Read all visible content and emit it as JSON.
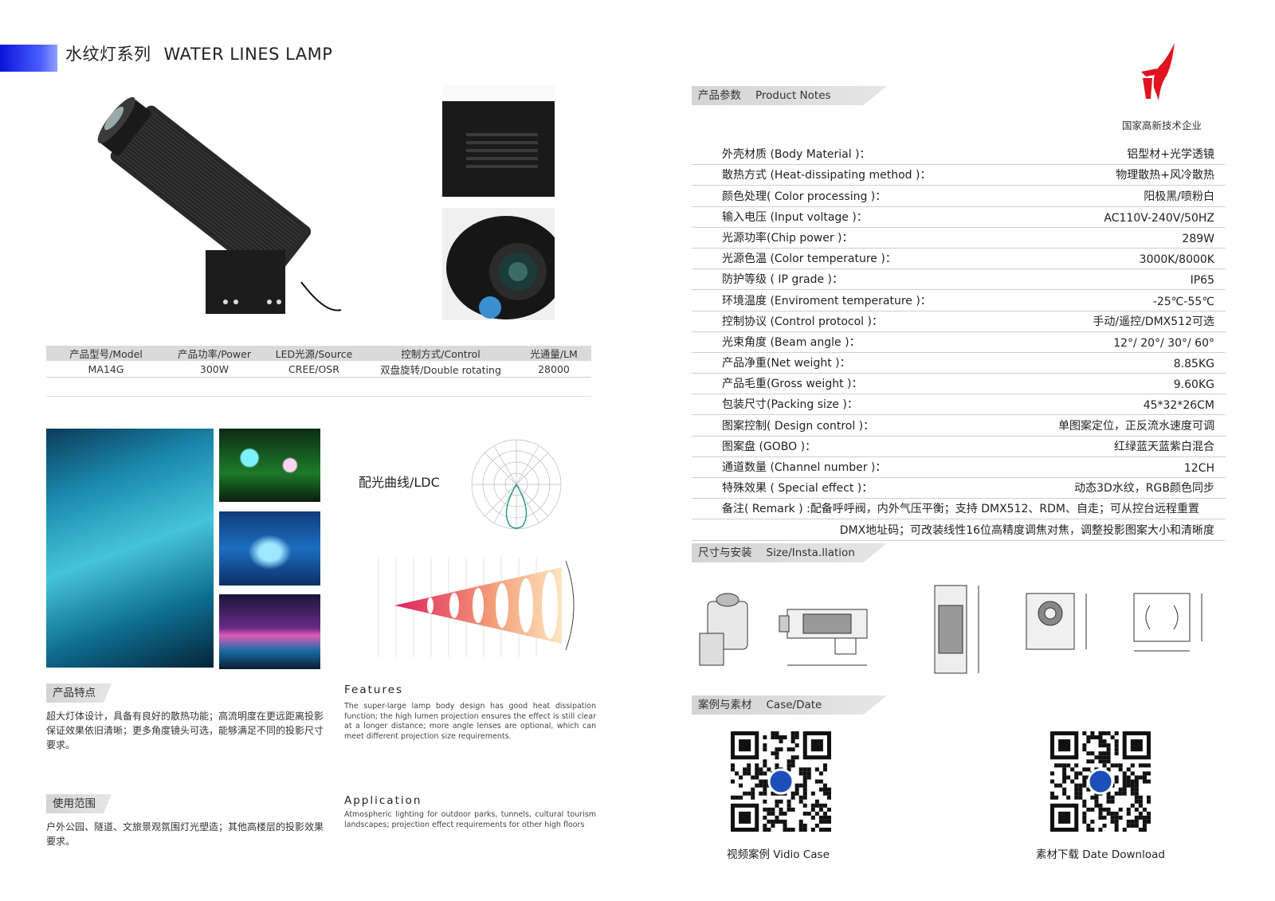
{
  "header": {
    "title_cn": "水纹灯系列",
    "title_en": "WATER LINES LAMP"
  },
  "model_table": {
    "headers": [
      "产品型号/Model",
      "产品功率/Power",
      "LED光源/Source",
      "控制方式/Control",
      "光通量/LM"
    ],
    "row": [
      "MA14G",
      "300W",
      "CREE/OSR",
      "双盘旋转/Double rotating",
      "28000"
    ]
  },
  "ldc": {
    "label": "配光曲线/LDC"
  },
  "features": {
    "tab": "产品特点",
    "text_cn": "超大灯体设计，具备有良好的散热功能；高流明度在更远距离投影保证效果依旧清晰；更多角度镜头可选，能够满足不同的投影尺寸要求。",
    "title_en": "Features",
    "text_en": "The super-large lamp body design has good heat dissipation function; the high lumen projection ensures the effect is still clear at a longer distance; more angle lenses are optional, which can meet different projection size requirements."
  },
  "application": {
    "tab": "使用范围",
    "text_cn": "户外公园、隧道、文旅景观氛围灯光塑造；其他高楼层的投影效果要求。",
    "title_en": "Application",
    "text_en": "Atmospheric lighting for outdoor parks, tunnels, cultural tourism landscapes; projection effect requirements for other high floors"
  },
  "notes": {
    "tab_cn": "产品参数",
    "tab_en": "Product Notes"
  },
  "logo": {
    "caption": "国家高新技术企业",
    "color": "#e0141e"
  },
  "specs": [
    {
      "label": "外壳材质 (Body Material )：",
      "value": "铝型材+光学透镜"
    },
    {
      "label": "散热方式 (Heat-dissipating method )：",
      "value": "物理散热+风冷散热"
    },
    {
      "label": "颜色处理( Color processing )：",
      "value": "阳极黑/喷粉白"
    },
    {
      "label": "输入电压 (Input voltage )：",
      "value": "AC110V-240V/50HZ"
    },
    {
      "label": "光源功率(Chip power )：",
      "value": "289W"
    },
    {
      "label": "光源色温 (Color temperature )：",
      "value": "3000K/8000K"
    },
    {
      "label": "防护等级 ( IP grade )：",
      "value": "IP65"
    },
    {
      "label": "环境温度 (Enviroment temperature )：",
      "value": "-25℃-55℃"
    },
    {
      "label": "控制协议 (Control protocol )：",
      "value": "手动/遥控/DMX512可选"
    },
    {
      "label": "光束角度 (Beam angle )：",
      "value": "12°/ 20°/ 30°/ 60°"
    },
    {
      "label": "产品净重(Net weight )：",
      "value": "8.85KG"
    },
    {
      "label": "产品毛重(Gross weight )：",
      "value": "9.60KG"
    },
    {
      "label": "包装尺寸(Packing size )：",
      "value": "45*32*26CM"
    },
    {
      "label": "图案控制( Design control )：",
      "value": "单图案定位，正反流水速度可调"
    },
    {
      "label": "图案盘 (GOBO )：",
      "value": "红绿蓝天蓝紫白混合"
    },
    {
      "label": "通道数量 (Channel number )：",
      "value": "12CH"
    },
    {
      "label": "特殊效果 ( Special effect )：",
      "value": "动态3D水纹，RGB颜色同步"
    }
  ],
  "remark": {
    "line1": "备注( Remark ) :配备呼呼阀，内外气压平衡；支持 DMX512、RDM、自走；可从控台远程重置",
    "line2": "DMX地址码；可改装线性16位高精度调焦对焦，调整投影图案大小和清晰度"
  },
  "size": {
    "tab_cn": "尺寸与安装",
    "tab_en": "Size/Insta.llation"
  },
  "case": {
    "tab_cn": "案例与素材",
    "tab_en": "Case/Date"
  },
  "qr": {
    "caption1": "视频案例  Vidio Case",
    "caption2": "素材下载 Date Download"
  }
}
